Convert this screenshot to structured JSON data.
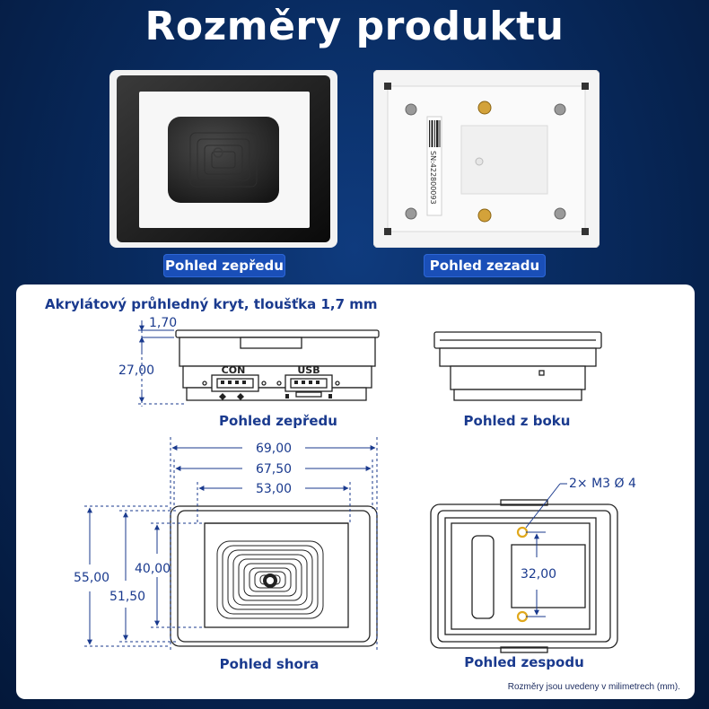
{
  "header": {
    "title": "Rozměry produktu"
  },
  "photos": {
    "front_label": "Pohled zepředu",
    "back_label": "Pohled zezadu",
    "serial_text": "SN:422800093"
  },
  "drawing": {
    "cover_note": "Akrylátový průhledný kryt, tloušťka 1,7 mm",
    "front_view": {
      "label": "Pohled zepředu",
      "dim_cover": "1,70",
      "dim_height": "27,00",
      "connector_con": "CON",
      "connector_usb": "USB"
    },
    "side_view": {
      "label": "Pohled z boku"
    },
    "top_view": {
      "label": "Pohled shora",
      "dim_outer_w": "69,00",
      "dim_inner_w": "67,50",
      "dim_window_w": "53,00",
      "dim_outer_h": "55,00",
      "dim_inner_h": "51,50",
      "dim_window_h": "40,00"
    },
    "bottom_view": {
      "label": "Pohled zespodu",
      "hole_spec": "2× M3 Ø 4",
      "dim_hole_spacing": "32,00"
    },
    "units_note": "Rozměry jsou uvedeny v milimetrech (mm)."
  },
  "colors": {
    "background": "#082a5e",
    "badge": "#1a4fb8",
    "dimension_text": "#1a3a8e",
    "hole_ring": "#e0a81c"
  }
}
